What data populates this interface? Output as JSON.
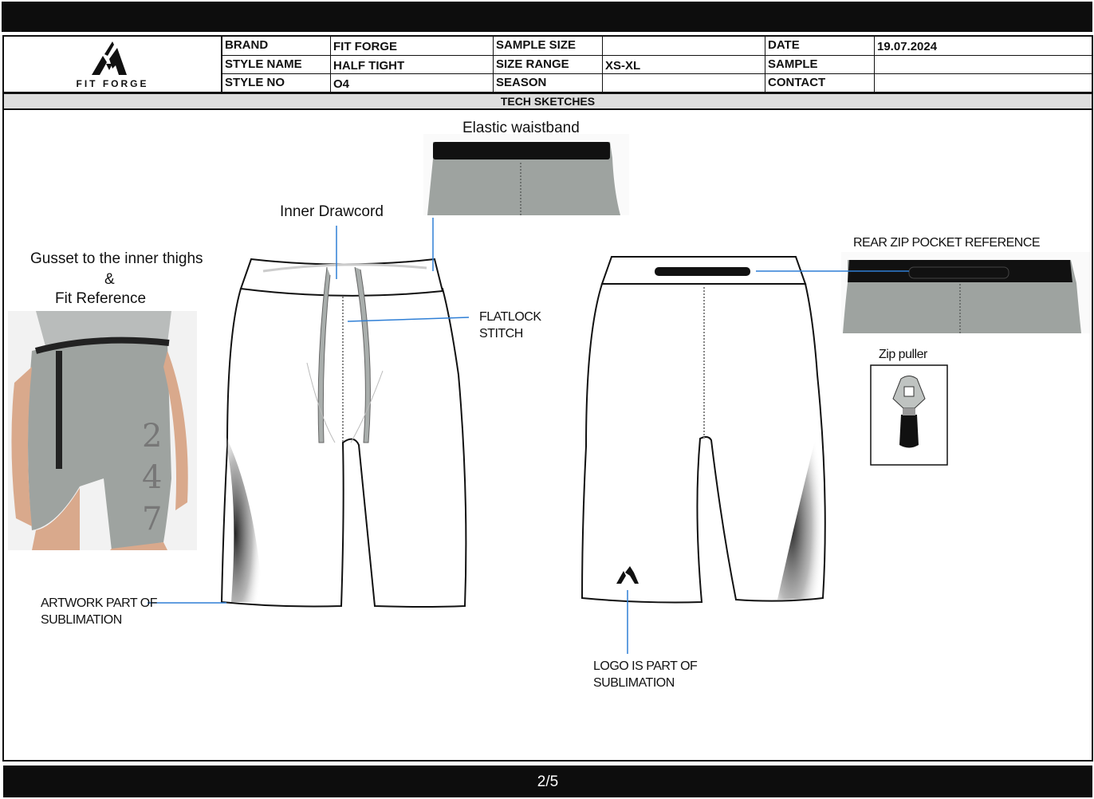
{
  "brand_logo": {
    "text": "FIT FORGE"
  },
  "header": {
    "brand_label": "BRAND",
    "brand_value": "FIT FORGE",
    "style_name_label": "STYLE NAME",
    "style_name_value": "HALF TIGHT",
    "style_no_label": "STYLE NO",
    "style_no_value": "O4",
    "sample_size_label": "SAMPLE SIZE",
    "sample_size_value": "",
    "size_range_label": "SIZE RANGE",
    "size_range_value": "XS-XL",
    "season_label": "SEASON",
    "season_value": "",
    "date_label": "DATE",
    "date_value": "19.07.2024",
    "sample_label": "SAMPLE",
    "sample_value": "",
    "contact_label": "CONTACT",
    "contact_value": ""
  },
  "section_title": "TECH SKETCHES",
  "annotations": {
    "elastic_waistband": "Elastic waistband",
    "inner_drawcord": "Inner Drawcord",
    "gusset_line1": "Gusset to the inner thighs",
    "gusset_line2": "&",
    "gusset_line3": "Fit Reference",
    "flatlock_line1": "FLATLOCK",
    "flatlock_line2": "STITCH",
    "artwork_line1": "ARTWORK PART OF",
    "artwork_line2": "SUBLIMATION",
    "logo_line1": "LOGO IS PART OF",
    "logo_line2": "SUBLIMATION",
    "rear_zip": "REAR ZIP POCKET REFERENCE",
    "zip_puller": "Zip puller"
  },
  "fit_reference_print": "247",
  "colors": {
    "callout": "#2f7fd6",
    "fabric": "#9ea3a0",
    "band": "#111111"
  },
  "footer": {
    "page": "2/5"
  }
}
